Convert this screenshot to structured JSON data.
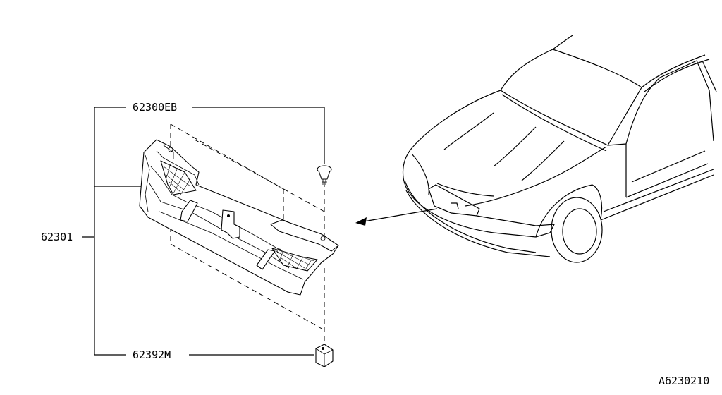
{
  "callouts": {
    "clip": "62300EB",
    "grille": "62301",
    "bracket": "62392M"
  },
  "figure_code": "A6230210"
}
